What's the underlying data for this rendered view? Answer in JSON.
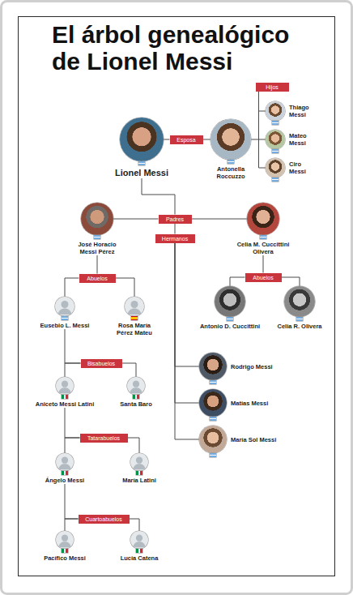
{
  "diagram": {
    "title": "El árbol genealógico de Lionel Messi",
    "nodes": [
      {
        "text": [
          "Lionel Messi"
        ]
      },
      {
        "text": [
          "Esposa"
        ]
      },
      {
        "text": [
          "Antonella Roccuzzo"
        ]
      },
      {
        "text": [
          "Hijos"
        ]
      },
      {
        "text": [
          "Thiago Messi"
        ]
      },
      {
        "text": [
          "Mateo Messi"
        ]
      },
      {
        "text": [
          "Ciro Messi"
        ]
      },
      {
        "text": [
          "Padres"
        ]
      },
      {
        "text": [
          "Hermanos"
        ]
      },
      {
        "text": [
          "José Horacio Messi Pérez"
        ]
      },
      {
        "text": [
          "Celia M. Cuccittini Olivera"
        ]
      },
      {
        "text": [
          "Abuelos"
        ]
      },
      {
        "text": [
          "Eusebio L. Messi"
        ]
      },
      {
        "text": [
          "Rosa María Pérez Mateu"
        ]
      },
      {
        "text": [
          "Abuelos"
        ]
      },
      {
        "text": [
          "Antonio D. Cuccittini"
        ]
      },
      {
        "text": [
          "Celia R. Olivera"
        ]
      },
      {
        "text": [
          "Bisabuelos"
        ]
      },
      {
        "text": [
          "Aniceto Messi Latini"
        ]
      },
      {
        "text": [
          "Santa Baro"
        ]
      },
      {
        "text": [
          "Tatarabuelos"
        ]
      },
      {
        "text": [
          "Ángelo Messi"
        ]
      },
      {
        "text": [
          "María Latini"
        ]
      },
      {
        "text": [
          "Cuartoabuelos"
        ]
      },
      {
        "text": [
          "Pacífico Messi"
        ]
      },
      {
        "text": [
          "Lucía Catena"
        ]
      },
      {
        "text": [
          "Rodrigo Messi"
        ]
      },
      {
        "text": [
          "Matías Messi"
        ]
      },
      {
        "text": [
          "María Sol Messi"
        ]
      }
    ],
    "edges": [
      {
        "from": 0,
        "to": 1,
        "arrow": "none"
      },
      {
        "from": 1,
        "to": 2,
        "arrow": "none"
      },
      {
        "from": 2,
        "to": 3,
        "arrow": "none"
      },
      {
        "from": 3,
        "to": 4,
        "arrow": "none"
      },
      {
        "from": 3,
        "to": 5,
        "arrow": "none"
      },
      {
        "from": 3,
        "to": 6,
        "arrow": "none"
      },
      {
        "from": 0,
        "to": 7,
        "arrow": "none"
      },
      {
        "from": 7,
        "to": 9,
        "arrow": "none"
      },
      {
        "from": 7,
        "to": 10,
        "arrow": "none"
      },
      {
        "from": 7,
        "to": 8,
        "arrow": "none"
      },
      {
        "from": 8,
        "to": 26,
        "arrow": "none"
      },
      {
        "from": 8,
        "to": 27,
        "arrow": "none"
      },
      {
        "from": 8,
        "to": 28,
        "arrow": "none"
      },
      {
        "from": 9,
        "to": 11,
        "arrow": "none"
      },
      {
        "from": 11,
        "to": 12,
        "arrow": "none"
      },
      {
        "from": 11,
        "to": 13,
        "arrow": "none"
      },
      {
        "from": 10,
        "to": 14,
        "arrow": "none"
      },
      {
        "from": 14,
        "to": 15,
        "arrow": "none"
      },
      {
        "from": 14,
        "to": 16,
        "arrow": "none"
      },
      {
        "from": 12,
        "to": 17,
        "arrow": "none"
      },
      {
        "from": 17,
        "to": 18,
        "arrow": "none"
      },
      {
        "from": 17,
        "to": 19,
        "arrow": "none"
      },
      {
        "from": 18,
        "to": 20,
        "arrow": "none"
      },
      {
        "from": 20,
        "to": 21,
        "arrow": "none"
      },
      {
        "from": 20,
        "to": 22,
        "arrow": "none"
      },
      {
        "from": 21,
        "to": 23,
        "arrow": "none"
      },
      {
        "from": 23,
        "to": 24,
        "arrow": "none"
      },
      {
        "from": 23,
        "to": 25,
        "arrow": "none"
      }
    ]
  }
}
